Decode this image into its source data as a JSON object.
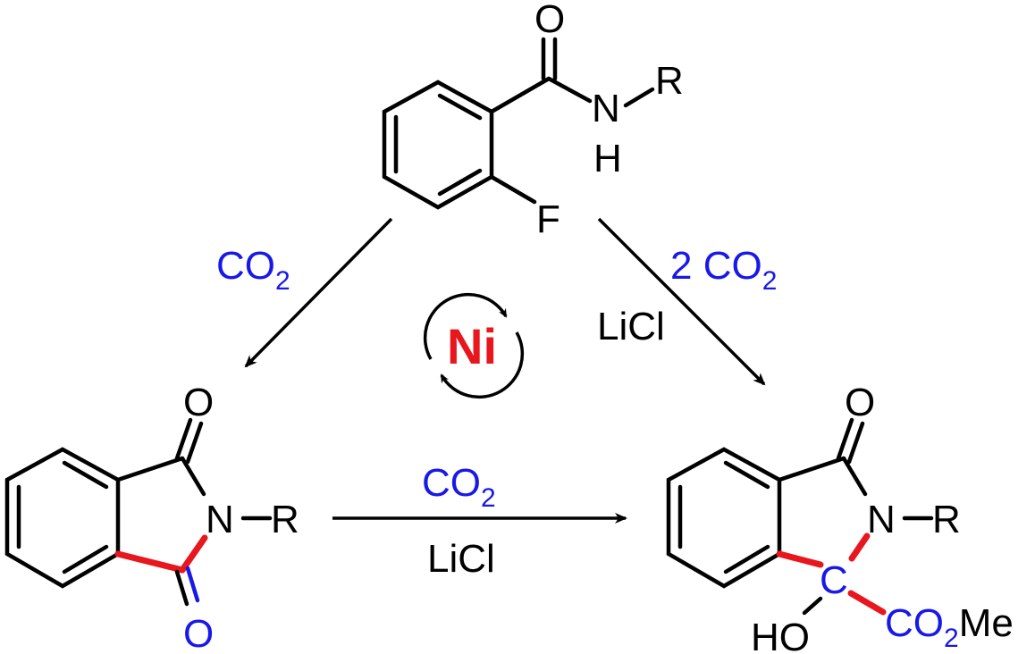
{
  "colors": {
    "black": "#000000",
    "blue": "#1818e8",
    "red": "#e8161d"
  },
  "atoms": {
    "top_O": "O",
    "top_N": "N",
    "top_H": "H",
    "top_R": "R",
    "top_F": "F",
    "left_O_top": "O",
    "left_N": "N",
    "left_R": "R",
    "left_O_bottom": "O",
    "right_O_top": "O",
    "right_N": "N",
    "right_R": "R",
    "right_C": "C",
    "right_HO": "HO",
    "right_CO": "CO",
    "right_sub2": "2",
    "right_Me": "Me"
  },
  "reagents": {
    "left_arrow": {
      "co": "CO",
      "sub": "2"
    },
    "right_arrow": {
      "prefix": "2 CO",
      "sub": "2",
      "salt": "LiCl"
    },
    "bottom_arrow": {
      "co": "CO",
      "sub": "2",
      "salt": "LiCl"
    }
  },
  "catalyst": {
    "label": "Ni"
  }
}
